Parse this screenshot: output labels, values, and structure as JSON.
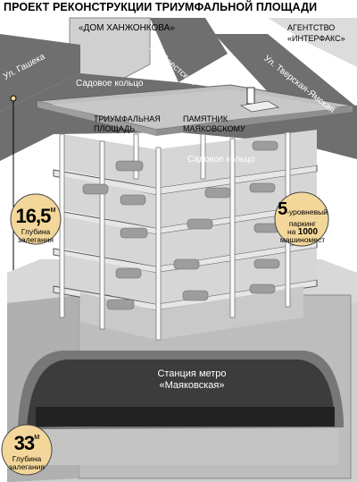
{
  "title": "ПРОЕКТ РЕКОНСТРУКЦИИ ТРИУМФАЛЬНОЙ ПЛОЩАДИ",
  "buildings": {
    "khanzhonkov": "«ДОМ ХАНЖОНКОВА»",
    "interfax_line1": "АГЕНТСТВО",
    "interfax_line2": "«ИНТЕРФАКС»"
  },
  "streets": {
    "gasheka": "Ул. Гашека",
    "brestskaya": "1-я Брестская",
    "tverskaya": "Ул. Тверская-Ямская",
    "sadovoe_top": "Садовое кольцо",
    "sadovoe_lower": "Садовое кольцо"
  },
  "square": {
    "line1": "ТРИУМФАЛЬНАЯ",
    "line2": "ПЛОЩАДЬ"
  },
  "monument": {
    "line1": "ПАМЯТНИК",
    "line2": "МАЯКОВСКОМУ"
  },
  "parking": {
    "levels": "5",
    "text1": "-уровневый",
    "text2": "паркинг",
    "text3": "на",
    "spaces": "1000",
    "text4": "машиномест"
  },
  "depth_parking": {
    "value": "16,5",
    "unit": "м",
    "line1": "Глубина",
    "line2": "залегания"
  },
  "depth_metro": {
    "value": "33",
    "unit": "м",
    "line1": "Глубина",
    "line2": "залегания"
  },
  "metro": {
    "line1": "Станция метро",
    "line2": "«Маяковская»"
  },
  "colors": {
    "road": "#6e6e6e",
    "ground": "#ffffff",
    "block": "#c8c8c8",
    "slab": "#d9d9d9",
    "badge": "#f3d79a"
  }
}
